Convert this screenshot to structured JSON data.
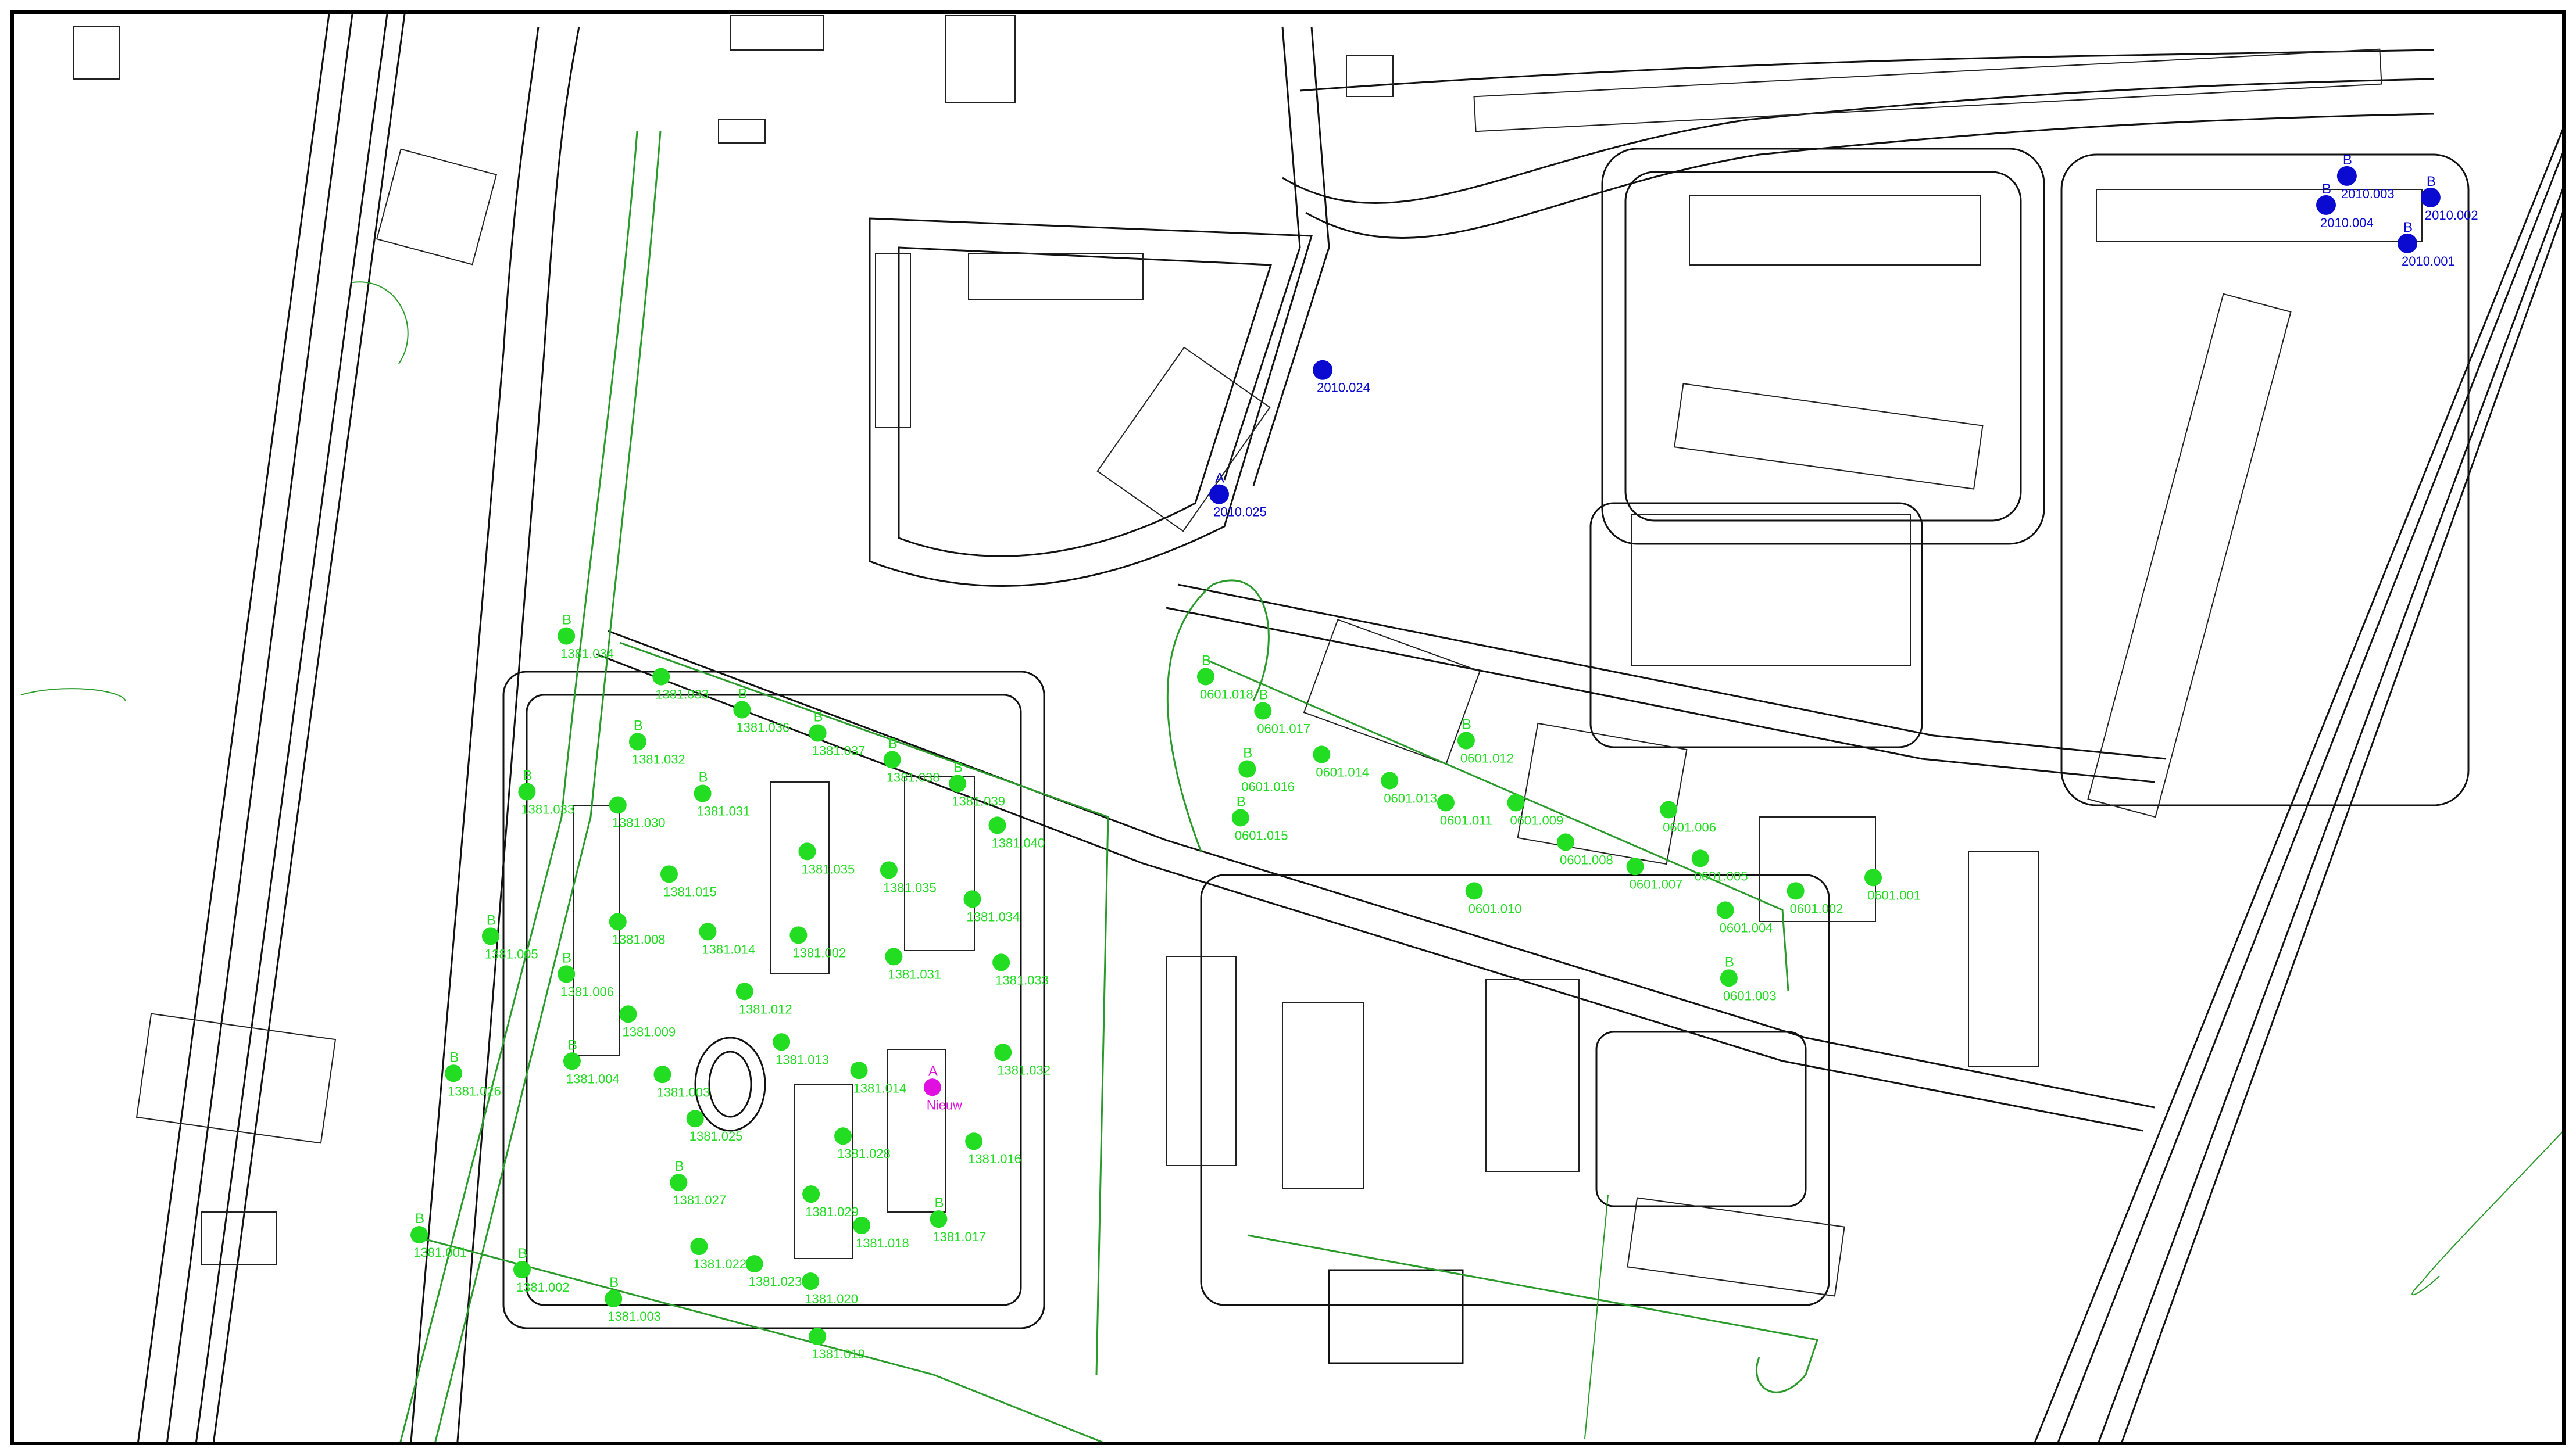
{
  "colors": {
    "green_point": "#22dd22",
    "blue_point": "#0a0ad0",
    "magenta_point": "#e010e0",
    "road": "#111111",
    "green_boundary": "#2a9a2a"
  },
  "points": [
    {
      "id": "1381.034",
      "cls": "B",
      "x": 0.2185,
      "y": 0.4356,
      "color": "green"
    },
    {
      "id": "1381.033",
      "cls": "",
      "x": 0.2553,
      "y": 0.4636,
      "color": "green"
    },
    {
      "id": "1381.036",
      "cls": "B",
      "x": 0.2867,
      "y": 0.4864,
      "color": "green"
    },
    {
      "id": "1381.032",
      "cls": "B",
      "x": 0.2462,
      "y": 0.5084,
      "color": "green"
    },
    {
      "id": "1381.037",
      "cls": "B",
      "x": 0.3161,
      "y": 0.5024,
      "color": "green"
    },
    {
      "id": "1381.038",
      "cls": "B",
      "x": 0.345,
      "y": 0.5208,
      "color": "green"
    },
    {
      "id": "1381.039",
      "cls": "B",
      "x": 0.3704,
      "y": 0.5372,
      "color": "green"
    },
    {
      "id": "1381.040",
      "cls": "",
      "x": 0.3858,
      "y": 0.566,
      "color": "green"
    },
    {
      "id": "1381.033",
      "cls": "B",
      "x": 0.2032,
      "y": 0.5428,
      "color": "green"
    },
    {
      "id": "1381.030",
      "cls": "",
      "x": 0.2385,
      "y": 0.552,
      "color": "green"
    },
    {
      "id": "1381.031",
      "cls": "B",
      "x": 0.2714,
      "y": 0.544,
      "color": "green"
    },
    {
      "id": "1381.035",
      "cls": "",
      "x": 0.312,
      "y": 0.584,
      "color": "green"
    },
    {
      "id": "1381.035",
      "cls": "",
      "x": 0.3437,
      "y": 0.5968,
      "color": "green"
    },
    {
      "id": "1381.034",
      "cls": "",
      "x": 0.3761,
      "y": 0.6168,
      "color": "green"
    },
    {
      "id": "1381.015",
      "cls": "",
      "x": 0.2584,
      "y": 0.5996,
      "color": "green"
    },
    {
      "id": "1381.008",
      "cls": "",
      "x": 0.2385,
      "y": 0.6324,
      "color": "green"
    },
    {
      "id": "1381.014",
      "cls": "",
      "x": 0.2734,
      "y": 0.6392,
      "color": "green"
    },
    {
      "id": "1381.005",
      "cls": "B",
      "x": 0.1891,
      "y": 0.6424,
      "color": "green"
    },
    {
      "id": "1381.006",
      "cls": "B",
      "x": 0.2185,
      "y": 0.6684,
      "color": "green"
    },
    {
      "id": "1381.009",
      "cls": "",
      "x": 0.2425,
      "y": 0.696,
      "color": "green"
    },
    {
      "id": "1381.012",
      "cls": "",
      "x": 0.2877,
      "y": 0.6804,
      "color": "green"
    },
    {
      "id": "1381.002",
      "cls": "",
      "x": 0.3086,
      "y": 0.6416,
      "color": "green"
    },
    {
      "id": "1381.031",
      "cls": "",
      "x": 0.3456,
      "y": 0.6564,
      "color": "green"
    },
    {
      "id": "1381.033",
      "cls": "",
      "x": 0.3873,
      "y": 0.6604,
      "color": "green"
    },
    {
      "id": "1381.013",
      "cls": "",
      "x": 0.302,
      "y": 0.7152,
      "color": "green"
    },
    {
      "id": "1381.004",
      "cls": "B",
      "x": 0.2207,
      "y": 0.7284,
      "color": "green"
    },
    {
      "id": "1381.003",
      "cls": "",
      "x": 0.2558,
      "y": 0.7376,
      "color": "green"
    },
    {
      "id": "1381.026",
      "cls": "B",
      "x": 0.1747,
      "y": 0.7368,
      "color": "green"
    },
    {
      "id": "1381.014",
      "cls": "",
      "x": 0.3321,
      "y": 0.7348,
      "color": "green"
    },
    {
      "id": "1381.032",
      "cls": "",
      "x": 0.388,
      "y": 0.7224,
      "color": "green"
    },
    {
      "id": "1381.025",
      "cls": "",
      "x": 0.2685,
      "y": 0.768,
      "color": "green"
    },
    {
      "id": "1381.028",
      "cls": "",
      "x": 0.3259,
      "y": 0.78,
      "color": "green"
    },
    {
      "id": "1381.016",
      "cls": "",
      "x": 0.3767,
      "y": 0.7836,
      "color": "green"
    },
    {
      "id": "1381.027",
      "cls": "B",
      "x": 0.2621,
      "y": 0.812,
      "color": "green"
    },
    {
      "id": "1381.029",
      "cls": "",
      "x": 0.3135,
      "y": 0.82,
      "color": "green"
    },
    {
      "id": "1381.018",
      "cls": "",
      "x": 0.3331,
      "y": 0.8416,
      "color": "green"
    },
    {
      "id": "1381.017",
      "cls": "B",
      "x": 0.363,
      "y": 0.8372,
      "color": "green"
    },
    {
      "id": "1381.022",
      "cls": "",
      "x": 0.27,
      "y": 0.856,
      "color": "green"
    },
    {
      "id": "1381.023",
      "cls": "",
      "x": 0.2915,
      "y": 0.868,
      "color": "green"
    },
    {
      "id": "1381.020",
      "cls": "",
      "x": 0.3133,
      "y": 0.88,
      "color": "green"
    },
    {
      "id": "1381.019",
      "cls": "",
      "x": 0.316,
      "y": 0.918,
      "color": "green"
    },
    {
      "id": "1381.001",
      "cls": "B",
      "x": 0.1614,
      "y": 0.848,
      "color": "green"
    },
    {
      "id": "1381.002",
      "cls": "B",
      "x": 0.2013,
      "y": 0.872,
      "color": "green"
    },
    {
      "id": "1381.003",
      "cls": "B",
      "x": 0.2368,
      "y": 0.892,
      "color": "green"
    },
    {
      "id": "0601.018",
      "cls": "B",
      "x": 0.4667,
      "y": 0.4636,
      "color": "green"
    },
    {
      "id": "0601.017",
      "cls": "B",
      "x": 0.4889,
      "y": 0.4872,
      "color": "green"
    },
    {
      "id": "0601.016",
      "cls": "B",
      "x": 0.4828,
      "y": 0.5272,
      "color": "green"
    },
    {
      "id": "0601.015",
      "cls": "B",
      "x": 0.4802,
      "y": 0.5608,
      "color": "green"
    },
    {
      "id": "0601.014",
      "cls": "",
      "x": 0.5117,
      "y": 0.5172,
      "color": "green"
    },
    {
      "id": "0601.013",
      "cls": "",
      "x": 0.5381,
      "y": 0.5352,
      "color": "green"
    },
    {
      "id": "0601.011",
      "cls": "",
      "x": 0.5599,
      "y": 0.5504,
      "color": "green"
    },
    {
      "id": "0601.012",
      "cls": "B",
      "x": 0.5678,
      "y": 0.5076,
      "color": "green"
    },
    {
      "id": "0601.009",
      "cls": "",
      "x": 0.5871,
      "y": 0.5504,
      "color": "green"
    },
    {
      "id": "0601.008",
      "cls": "",
      "x": 0.6064,
      "y": 0.5776,
      "color": "green"
    },
    {
      "id": "0601.007",
      "cls": "",
      "x": 0.6334,
      "y": 0.5944,
      "color": "green"
    },
    {
      "id": "0601.006",
      "cls": "",
      "x": 0.6464,
      "y": 0.5552,
      "color": "green"
    },
    {
      "id": "0601.005",
      "cls": "",
      "x": 0.6587,
      "y": 0.5888,
      "color": "green"
    },
    {
      "id": "0601.010",
      "cls": "",
      "x": 0.5709,
      "y": 0.6112,
      "color": "green"
    },
    {
      "id": "0601.004",
      "cls": "",
      "x": 0.6684,
      "y": 0.6244,
      "color": "green"
    },
    {
      "id": "0601.002",
      "cls": "",
      "x": 0.6957,
      "y": 0.6112,
      "color": "green"
    },
    {
      "id": "0601.001",
      "cls": "",
      "x": 0.7258,
      "y": 0.602,
      "color": "green"
    },
    {
      "id": "0601.003",
      "cls": "B",
      "x": 0.6698,
      "y": 0.6712,
      "color": "green"
    },
    {
      "id": "Nieuw",
      "cls": "A",
      "x": 0.3606,
      "y": 0.7464,
      "color": "magenta"
    },
    {
      "id": "2010.024",
      "cls": "",
      "x": 0.5121,
      "y": 0.2524,
      "color": "blue"
    },
    {
      "id": "2010.025",
      "cls": "A",
      "x": 0.4719,
      "y": 0.338,
      "color": "blue"
    },
    {
      "id": "2010.003",
      "cls": "B",
      "x": 0.9097,
      "y": 0.1188,
      "color": "blue"
    },
    {
      "id": "2010.004",
      "cls": "B",
      "x": 0.9016,
      "y": 0.1388,
      "color": "blue"
    },
    {
      "id": "2010.002",
      "cls": "B",
      "x": 0.9422,
      "y": 0.1336,
      "color": "blue"
    },
    {
      "id": "2010.001",
      "cls": "B",
      "x": 0.9332,
      "y": 0.1652,
      "color": "blue"
    }
  ]
}
